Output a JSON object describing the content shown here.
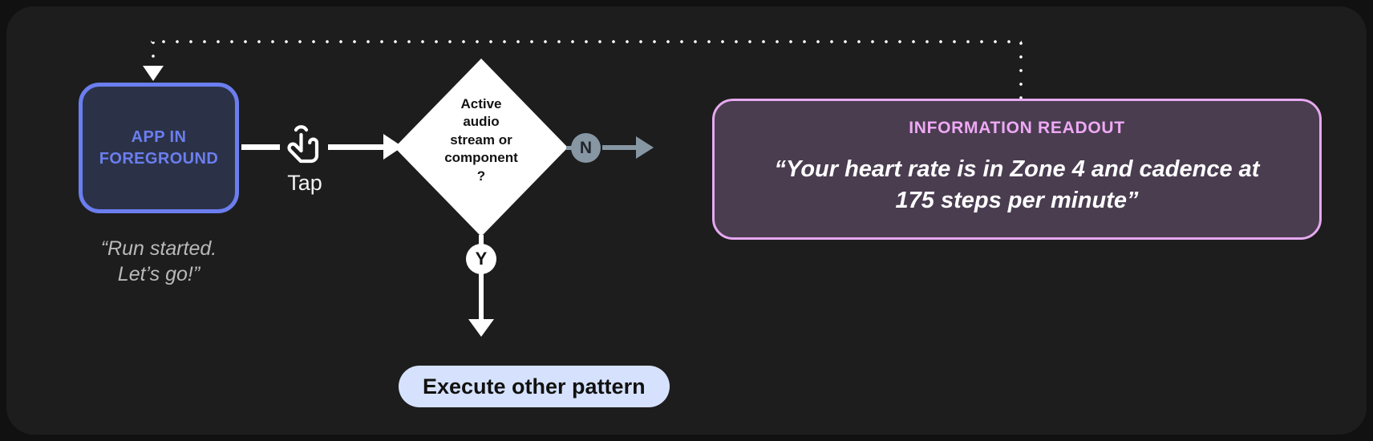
{
  "canvas": {
    "background": "#1d1d1d",
    "page_background": "#111111"
  },
  "nodes": {
    "app": {
      "line1": "APP IN",
      "line2": "FOREGROUND",
      "caption_line1": "“Run started.",
      "caption_line2": "Let’s go!”",
      "border_color": "#6b7ef0",
      "fill_color": "#2b3247",
      "text_color": "#6b7ef0"
    },
    "decision": {
      "line1": "Active",
      "line2": "audio",
      "line3": "stream or",
      "line4": "component",
      "line5": "?",
      "fill_color": "#ffffff",
      "text_color": "#121212"
    },
    "execute": {
      "label": "Execute other pattern",
      "fill_color": "#d6e2fd",
      "text_color": "#111111"
    },
    "readout": {
      "title": "INFORMATION READOUT",
      "body_line1": "“Your heart rate is in Zone 4 and cadence at",
      "body_line2": "175 steps per minute”",
      "border_color": "#e6a9f0",
      "fill_color": "#4a3d50",
      "title_color": "#efa9f5",
      "body_color": "#ffffff"
    }
  },
  "edges": {
    "tap": {
      "label": "Tap",
      "icon": "tap-hand-icon",
      "color": "#ffffff"
    },
    "no_branch": {
      "badge": "N",
      "badge_fill": "#8696a3",
      "badge_text_color": "#22262b",
      "arrow_color": "#8696a3"
    },
    "yes_branch": {
      "badge": "Y",
      "badge_fill": "#ffffff",
      "badge_text_color": "#141414",
      "arrow_color": "#ffffff"
    },
    "feedback": {
      "style": "dotted",
      "color": "#ffffff"
    }
  }
}
